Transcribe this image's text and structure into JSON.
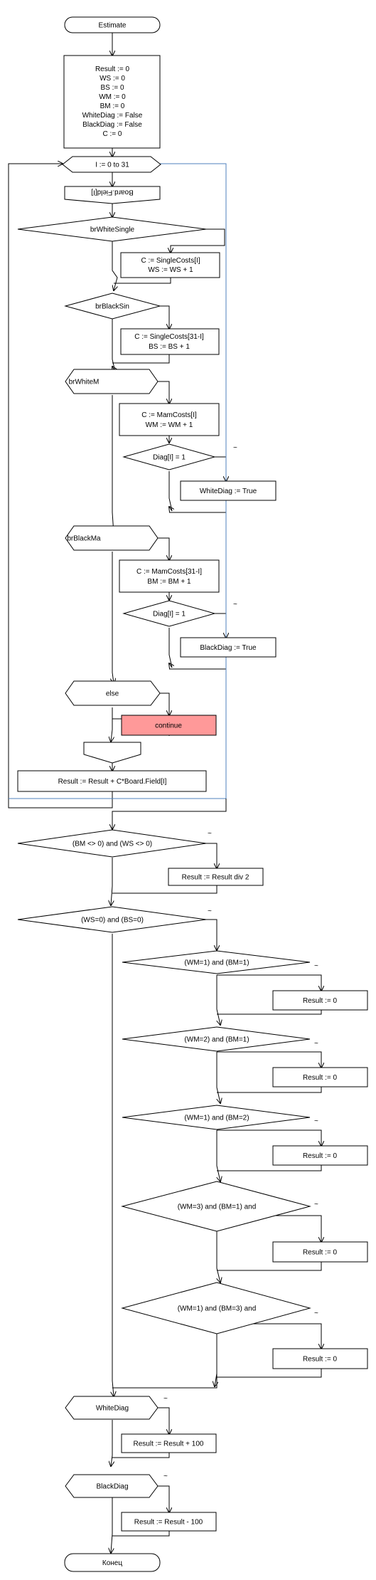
{
  "colors": {
    "line": "#000000",
    "loop_line": "#4f81bd",
    "continue_fill": "#ff9999"
  },
  "start": "Estimate",
  "init": [
    "Result := 0",
    "WS := 0",
    "BS := 0",
    "WM := 0",
    "BM := 0",
    "WhiteDiag := False",
    "BlackDiag := False",
    "C := 0"
  ],
  "loop": "I := 0 to 31",
  "case_expr": "Board.Field[I]",
  "cases": {
    "white_single": "brWhiteSingle",
    "white_single_action": [
      "C := SingleCosts[I]",
      "WS := WS + 1"
    ],
    "black_single": "brBlackSin",
    "black_single_action": [
      "C := SingleCosts[31-I]",
      "BS := BS + 1"
    ],
    "white_man": "brWhiteM",
    "white_man_action": [
      "C := MamCosts[I]",
      "WM := WM + 1"
    ],
    "white_diag_cond": "Diag[I] = 1",
    "white_diag_action": "WhiteDiag := True",
    "black_man": "brBlackMa",
    "black_man_action": [
      "C := MamCosts[31-I]",
      "BM := BM + 1"
    ],
    "black_diag_cond": "Diag[I] = 1",
    "black_diag_action": "BlackDiag := True",
    "else": "else",
    "continue": "continue"
  },
  "accumulate": "Result := Result + C*Board.Field[I]",
  "after": {
    "cond1": "(BM <> 0) and (WS <> 0)",
    "act1": "Result := Result div 2",
    "cond2": "(WS=0) and (BS=0)",
    "sub": [
      {
        "cond": "(WM=1) and (BM=1)",
        "act": "Result := 0"
      },
      {
        "cond": "(WM=2) and (BM=1)",
        "act": "Result := 0"
      },
      {
        "cond": "(WM=1) and (BM=2)",
        "act": "Result := 0"
      },
      {
        "cond": "(WM=3) and (BM=1) and",
        "act": "Result := 0"
      },
      {
        "cond": "(WM=1) and (BM=3) and",
        "act": "Result := 0"
      }
    ],
    "cond3": "WhiteDiag",
    "act3": "Result := Result + 100",
    "cond4": "BlackDiag",
    "act4": "Result := Result - 100"
  },
  "end": "Конец",
  "branch_mark": "~"
}
